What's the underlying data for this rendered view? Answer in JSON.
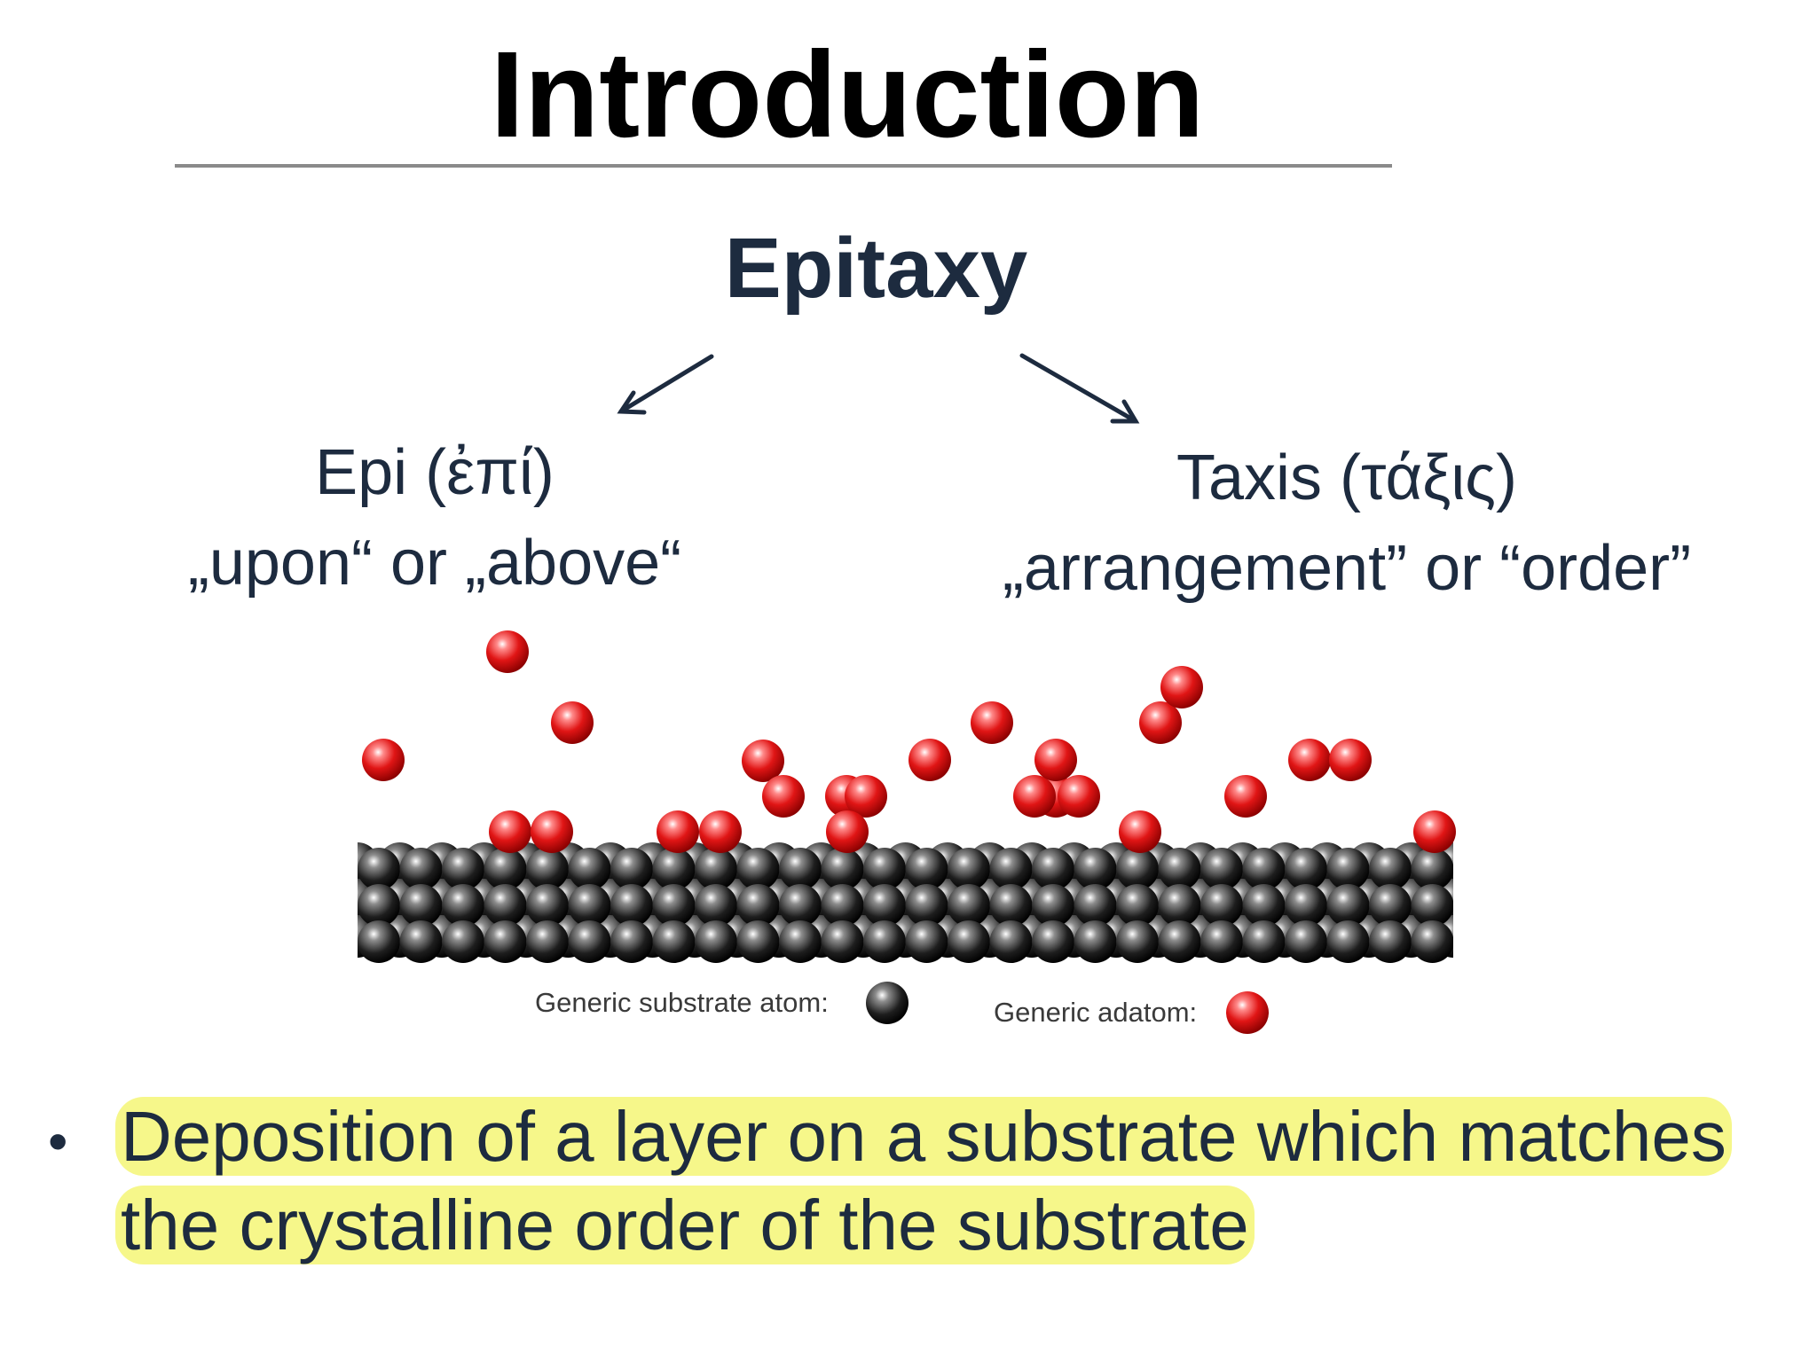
{
  "slide": {
    "title": "Introduction"
  },
  "center_word": "Epitaxy",
  "left_term": {
    "word": "Epi (ἐπί)",
    "meaning": "„upon“ or „above“"
  },
  "right_term": {
    "word": "Taxis (τάξις)",
    "meaning": "„arrangement” or “order”"
  },
  "figure": {
    "legend": {
      "substrate_label": "Generic substrate atom:",
      "adatom_label": "Generic adatom:"
    },
    "colors": {
      "substrate": "#1a1a1a",
      "adatom": "#e01515"
    }
  },
  "bullet": {
    "highlighted_text": "Deposition of a layer on a substrate which matches the crystalline order of the substrate",
    "highlight_color": "#f6f78a"
  }
}
